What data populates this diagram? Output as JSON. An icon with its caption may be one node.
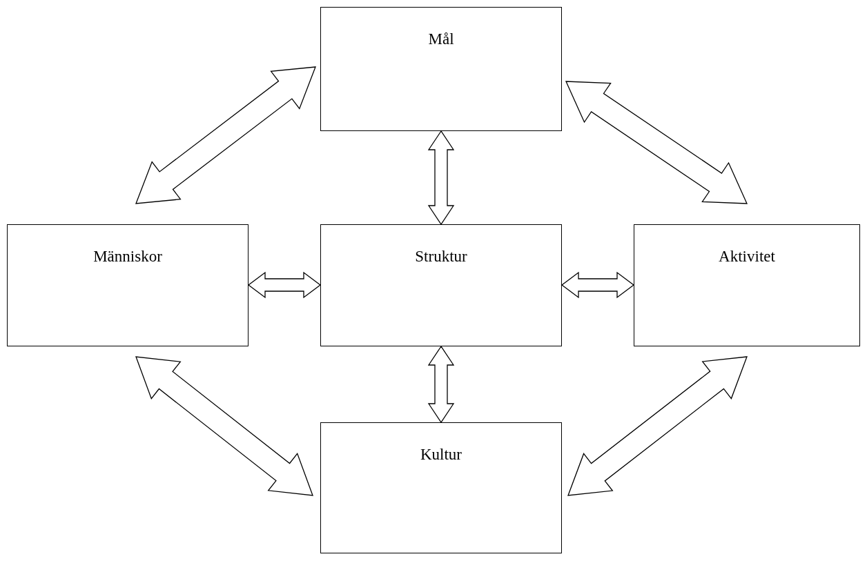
{
  "diagram": {
    "nodes": [
      {
        "text": [
          "Mål"
        ]
      },
      {
        "text": [
          "Människor"
        ]
      },
      {
        "text": [
          "Struktur"
        ]
      },
      {
        "text": [
          "Aktivitet"
        ]
      },
      {
        "text": [
          "Kultur"
        ]
      }
    ],
    "edges": [
      {
        "from": 0,
        "to": 1,
        "arrow": "both"
      },
      {
        "from": 0,
        "to": 2,
        "arrow": "both"
      },
      {
        "from": 0,
        "to": 3,
        "arrow": "both"
      },
      {
        "from": 1,
        "to": 2,
        "arrow": "both"
      },
      {
        "from": 2,
        "to": 3,
        "arrow": "both"
      },
      {
        "from": 2,
        "to": 4,
        "arrow": "both"
      },
      {
        "from": 1,
        "to": 4,
        "arrow": "both"
      },
      {
        "from": 3,
        "to": 4,
        "arrow": "both"
      }
    ]
  }
}
